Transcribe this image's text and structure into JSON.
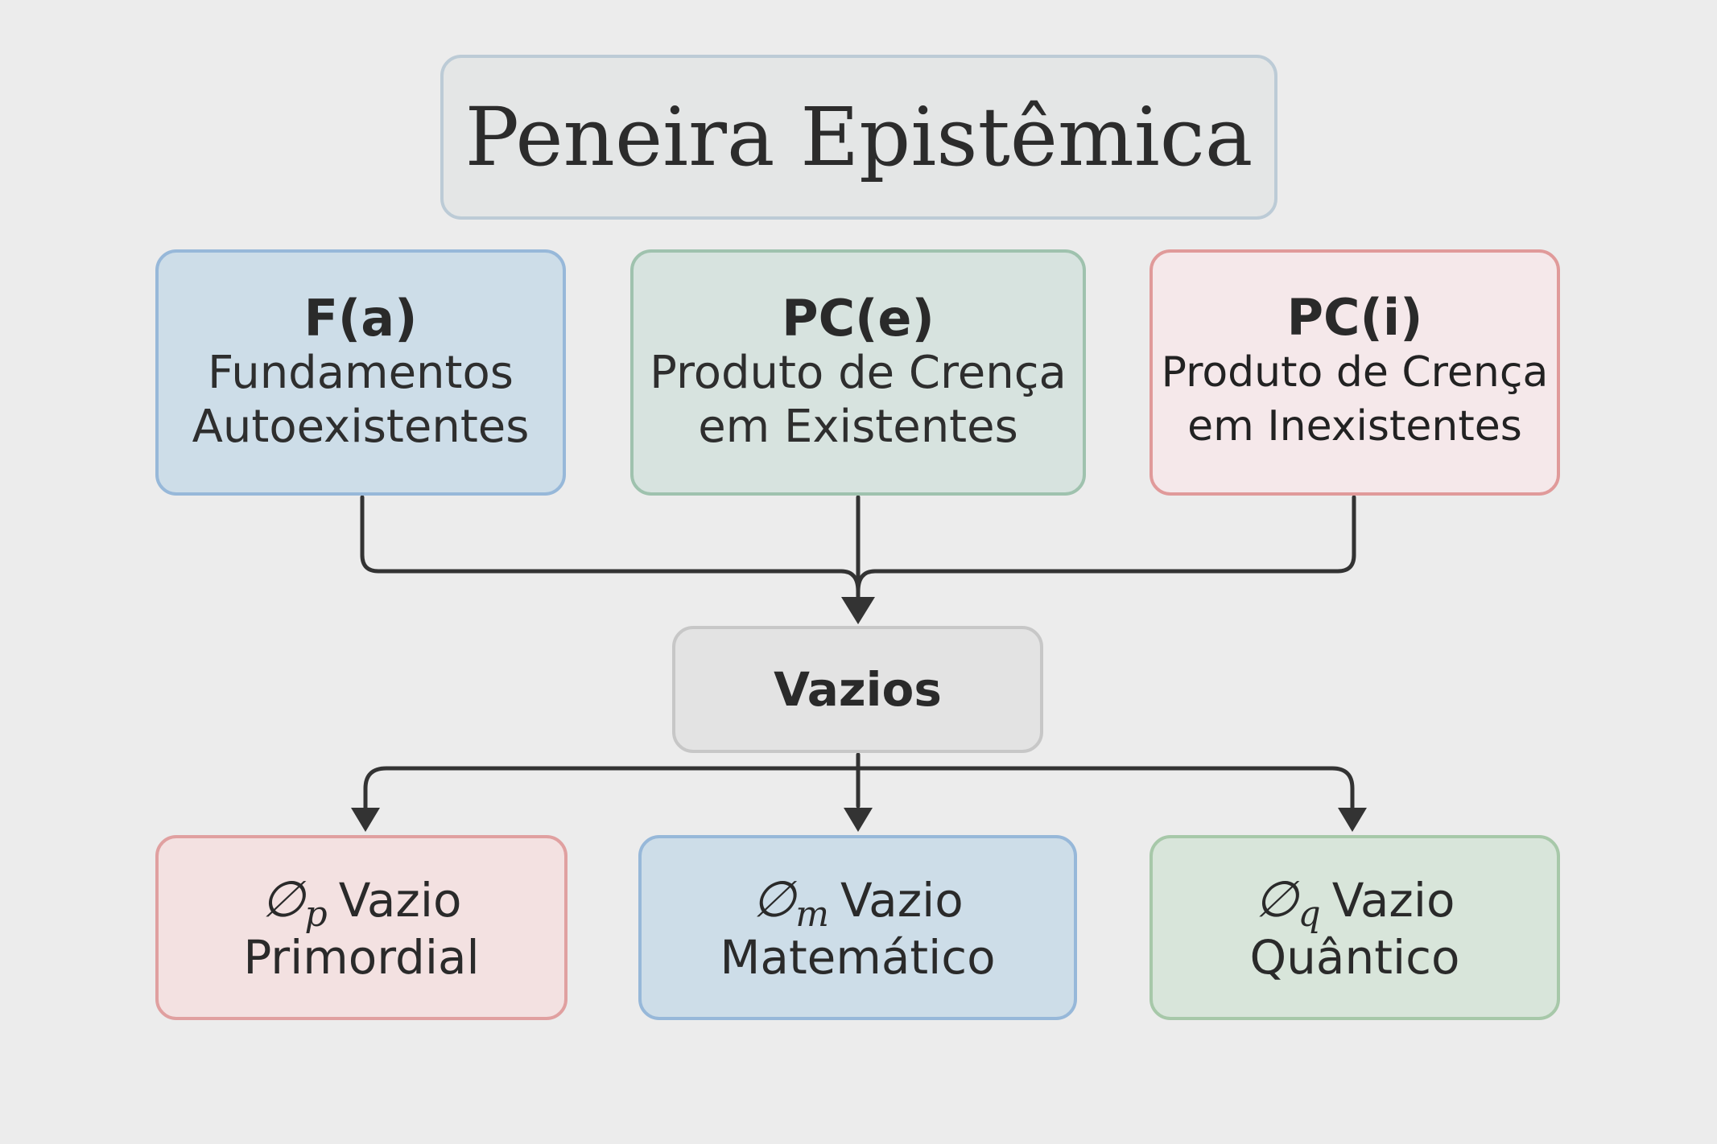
{
  "diagram": {
    "title": "Peneira Epistêmica",
    "categories": [
      {
        "code": "F(a)",
        "line1": "Fundamentos",
        "line2": "Autoexistentes",
        "color": "#cddde8"
      },
      {
        "code": "PC(e)",
        "line1": "Produto de Crença",
        "line2": "em Existentes",
        "color": "#d7e3df"
      },
      {
        "code": "PC(i)",
        "line1": "Produto de Crença",
        "line2": "em Inexistentes",
        "color": "#f5e8ea"
      }
    ],
    "center": {
      "label": "Vazios"
    },
    "voids": [
      {
        "symbol": "∅",
        "subscript": "p",
        "word": "Vazio",
        "name": "Primordial",
        "color": "#f3e1e1"
      },
      {
        "symbol": "∅",
        "subscript": "m",
        "word": "Vazio",
        "name": "Matemático",
        "color": "#cddde8"
      },
      {
        "symbol": "∅",
        "subscript": "q",
        "word": "Vazio",
        "name": "Quântico",
        "color": "#d8e5da"
      }
    ],
    "connector_color": "#333333"
  }
}
